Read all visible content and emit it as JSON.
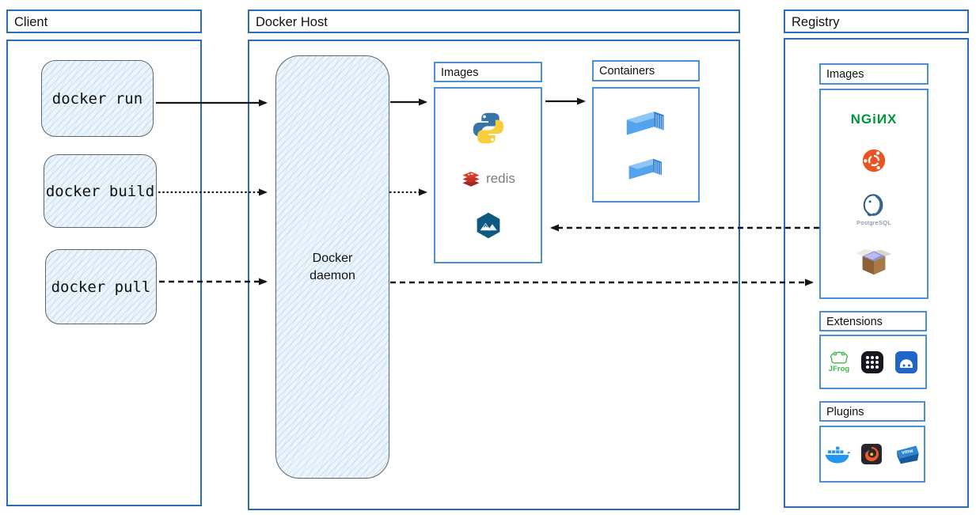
{
  "colors": {
    "border-blue": "#2b6cb8",
    "panel-blue": "#4a90d2",
    "sketch-border": "#5b6670",
    "sketch-fill": "#edf5fc",
    "text-dark": "#111111",
    "nginx-green": "#009639",
    "redis-text-gray": "#7d7d7d",
    "jfrog-green": "#3fb549",
    "postgres-text": "#5d7a94"
  },
  "sections": {
    "client": {
      "title": "Client",
      "commands": [
        {
          "label": "docker run"
        },
        {
          "label": "docker build"
        },
        {
          "label": "docker pull"
        }
      ]
    },
    "host": {
      "title": "Docker Host",
      "daemon_label": "Docker daemon",
      "images_panel": {
        "title": "Images",
        "icons": [
          "python-icon",
          "redis-icon",
          "alpine-icon"
        ],
        "redis_label": "redis"
      },
      "containers_panel": {
        "title": "Containers",
        "icons": [
          "container-icon",
          "container-icon"
        ]
      }
    },
    "registry": {
      "title": "Registry",
      "images_panel": {
        "title": "Images",
        "icons": [
          "nginx-logo",
          "ubuntu-icon",
          "postgresql-icon",
          "busybox-icon"
        ],
        "nginx_label": "NGiИX",
        "postgresql_label": "PostgreSQL"
      },
      "extensions_panel": {
        "title": "Extensions",
        "icons": [
          "jfrog-icon",
          "app-grid-icon",
          "vm-app-icon"
        ],
        "jfrog_label": "JFrog"
      },
      "plugins_panel": {
        "title": "Plugins",
        "icons": [
          "docker-whale-icon",
          "grafana-icon",
          "vmware-icon"
        ],
        "vmware_label": "vmw"
      }
    }
  },
  "arrows": [
    {
      "from": "docker-run",
      "to": "docker-daemon",
      "style": "solid"
    },
    {
      "from": "docker-build",
      "to": "docker-daemon",
      "style": "dotted"
    },
    {
      "from": "docker-pull",
      "to": "docker-daemon",
      "style": "dashed"
    },
    {
      "from": "docker-daemon",
      "to": "host-images",
      "style": "solid"
    },
    {
      "from": "docker-daemon",
      "to": "host-images",
      "style": "dotted"
    },
    {
      "from": "host-images",
      "to": "containers",
      "style": "solid"
    },
    {
      "from": "registry-images",
      "to": "host-images",
      "style": "dashed"
    },
    {
      "from": "docker-daemon",
      "to": "registry-images",
      "style": "dashed"
    }
  ]
}
